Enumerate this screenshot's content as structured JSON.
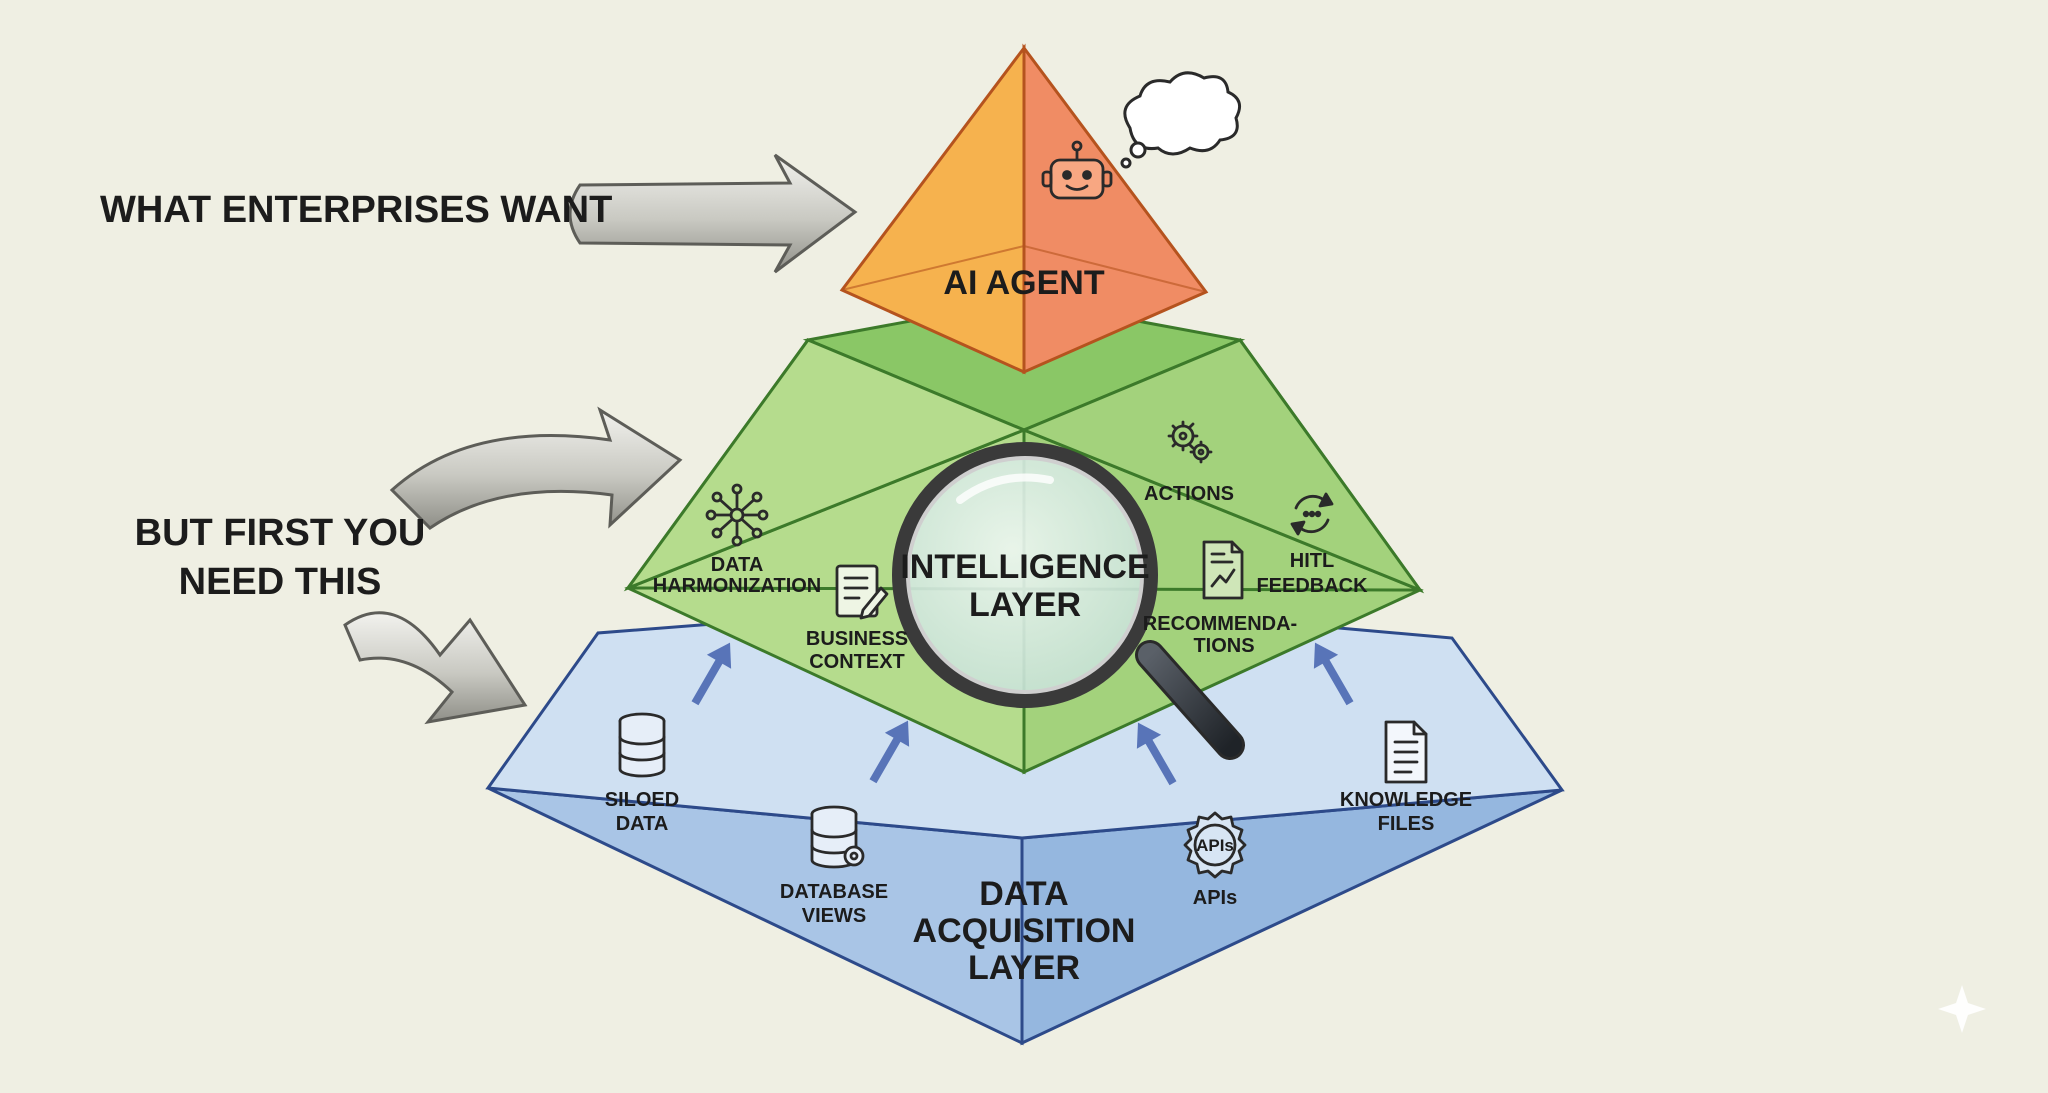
{
  "side_labels": {
    "want": "WHAT ENTERPRISES WANT",
    "first_line1": "BUT FIRST YOU",
    "first_line2": "NEED THIS"
  },
  "top_layer": {
    "title": "AI AGENT",
    "icon": "robot-icon"
  },
  "middle_layer": {
    "title_line1": "INTELLIGENCE",
    "title_line2": "LAYER",
    "items": {
      "data_harmonization": {
        "line1": "DATA",
        "line2": "HARMONIZATION",
        "icon": "network-icon"
      },
      "business_context": {
        "line1": "BUSINESS",
        "line2": "CONTEXT",
        "icon": "notepad-icon"
      },
      "actions": {
        "line1": "ACTIONS",
        "icon": "gears-icon"
      },
      "hitl_feedback": {
        "line1": "HITL",
        "line2": "FEEDBACK",
        "icon": "cycle-icon"
      },
      "recommendations": {
        "line1": "RECOMMENDA-",
        "line2": "TIONS",
        "icon": "report-icon"
      }
    }
  },
  "bottom_layer": {
    "title_line1": "DATA",
    "title_line2": "ACQUISITION",
    "title_line3": "LAYER",
    "items": {
      "siloed_data": {
        "line1": "SILOED",
        "line2": "DATA",
        "icon": "database-icon"
      },
      "database_views": {
        "line1": "DATABASE",
        "line2": "VIEWS",
        "icon": "database-gear-icon"
      },
      "apis": {
        "line1": "APIs",
        "badge": "APIs",
        "icon": "gear-icon"
      },
      "knowledge_files": {
        "line1": "KNOWLEDGE",
        "line2": "FILES",
        "icon": "document-icon"
      }
    }
  },
  "colors": {
    "background": "#efefe3",
    "top_left": "#f6b24e",
    "top_right": "#f08c64",
    "middle_left": "#b5dc8d",
    "middle_right": "#a3d27c",
    "middle_top": "#8ac766",
    "bottom_left": "#a9c5e6",
    "bottom_right": "#95b7df",
    "bottom_top": "#cfe0f2"
  }
}
